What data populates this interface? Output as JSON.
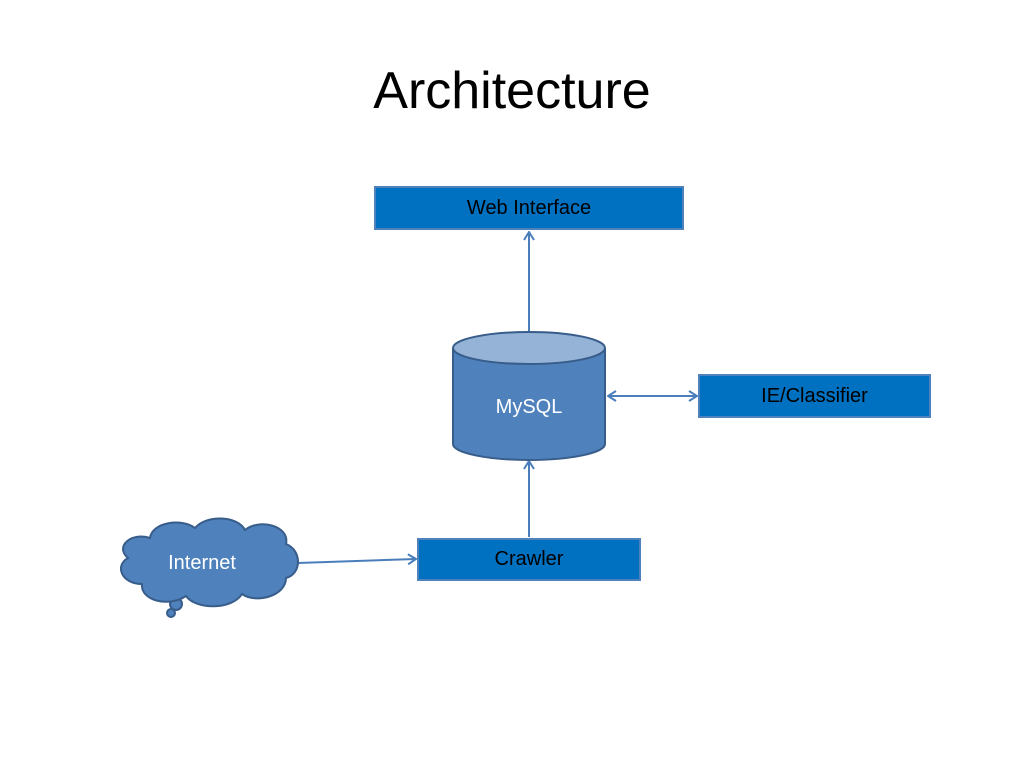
{
  "slide": {
    "title": "Architecture"
  },
  "nodes": {
    "web_interface": "Web Interface",
    "database": "MySQL",
    "classifier": "IE/Classifier",
    "crawler": "Crawler",
    "internet": "Internet"
  },
  "colors": {
    "box_fill": "#0070c0",
    "shape_fill": "#4f81bd",
    "cylinder_top": "#95b3d7",
    "connector": "#4a7ebb",
    "outline": "#385d8a"
  }
}
